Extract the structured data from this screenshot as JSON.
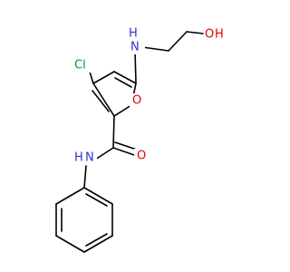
{
  "molecule": {
    "atoms": {
      "cl": {
        "symbol": "Cl",
        "color": "#1a8c1a"
      },
      "nh_top": {
        "symbol": "H",
        "color": "#3333cc"
      },
      "n_top": {
        "symbol": "N",
        "color": "#3333cc"
      },
      "oh_o": {
        "symbol": "O",
        "color": "#e00000"
      },
      "oh_h": {
        "symbol": "H",
        "color": "#e00000"
      },
      "o_ring": {
        "symbol": "O",
        "color": "#e00000"
      },
      "o_co": {
        "symbol": "O",
        "color": "#e00000"
      },
      "n_amide": {
        "symbol": "N",
        "color": "#3333cc"
      },
      "nh_amide": {
        "symbol": "H",
        "color": "#3333cc"
      }
    }
  }
}
